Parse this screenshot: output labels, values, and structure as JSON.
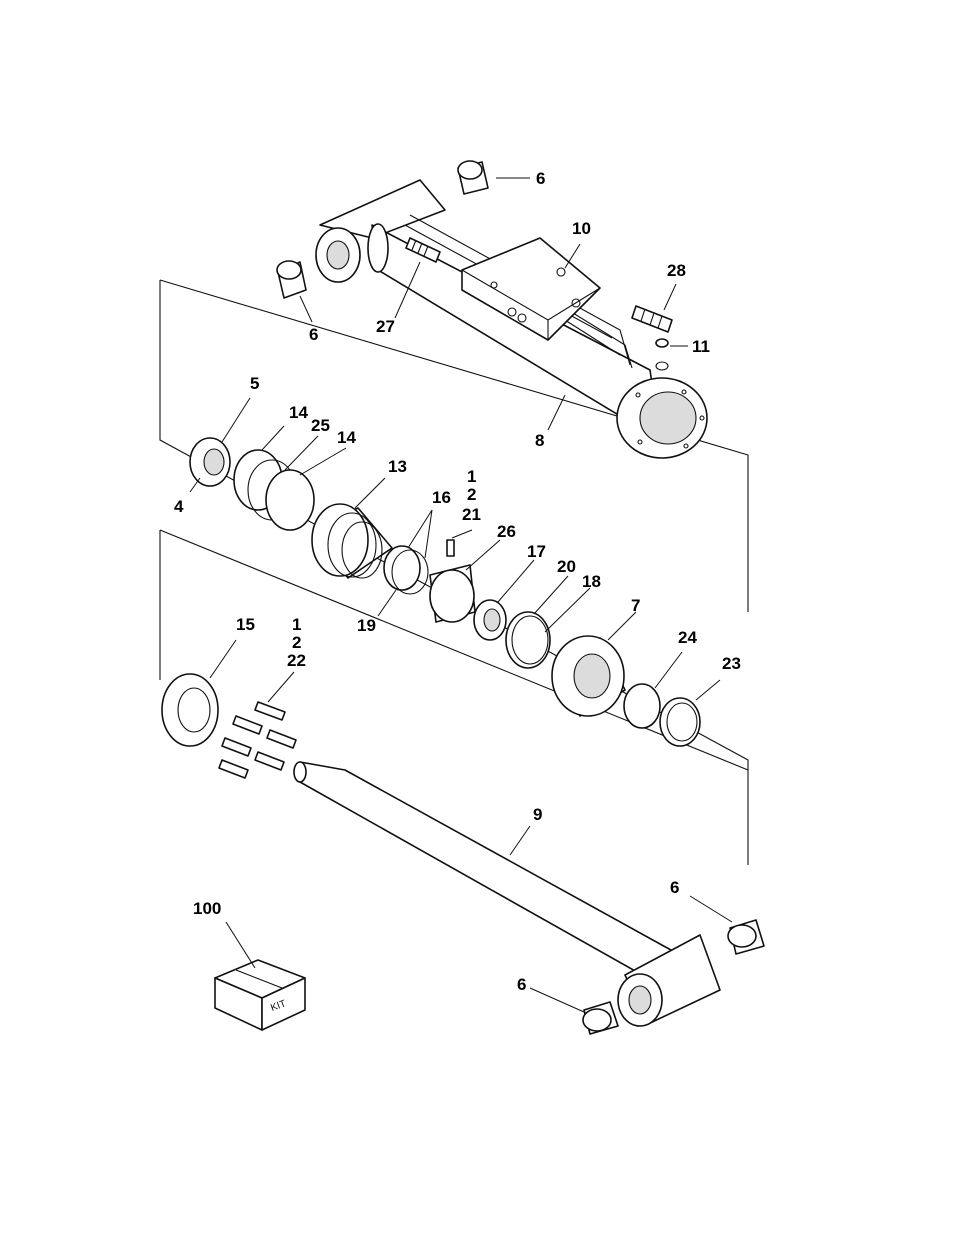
{
  "callouts": {
    "c6a": "6",
    "c10": "10",
    "c28": "28",
    "c6b": "6",
    "c27": "27",
    "c11": "11",
    "c5": "5",
    "c14a": "14",
    "c25": "25",
    "c14b": "14",
    "c8": "8",
    "c4": "4",
    "c13": "13",
    "c1a": "1",
    "c2a": "2",
    "c21": "21",
    "c16": "16",
    "c26": "26",
    "c17": "17",
    "c20": "20",
    "c18": "18",
    "c7": "7",
    "c19": "19",
    "c15": "15",
    "c1b": "1",
    "c2b": "2",
    "c22": "22",
    "c24": "24",
    "c23": "23",
    "c9": "9",
    "c6c": "6",
    "c100": "100",
    "c6d": "6"
  },
  "kit_label": "KIT"
}
